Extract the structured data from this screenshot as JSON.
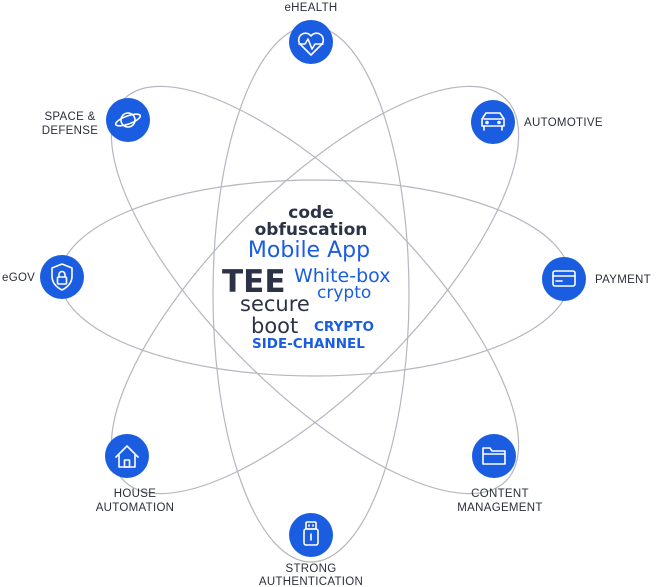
{
  "nodes": {
    "ehealth": "eHEALTH",
    "automotive": "AUTOMOTIVE",
    "payment": "PAYMENT",
    "content_line1": "CONTENT",
    "content_line2": "MANAGEMENT",
    "strong_line1": "STRONG",
    "strong_line2": "AUTHENTICATION",
    "house_line1": "HOUSE",
    "house_line2": "AUTOMATION",
    "egov": "eGOV",
    "space_line1": "SPACE &",
    "space_line2": "DEFENSE"
  },
  "word_cloud": {
    "code": "code",
    "obfuscation": "obfuscation",
    "mobile_app": "Mobile App",
    "tee": "TEE",
    "white_box": "White-box",
    "crypto": "crypto",
    "secure": "secure",
    "boot": "boot",
    "crypto_caps": "CRYPTO",
    "side_channel": "SIDE-CHANNEL"
  },
  "icons": {
    "ehealth": "heart-monitor-icon",
    "automotive": "car-icon",
    "payment": "credit-card-icon",
    "content": "folder-icon",
    "strong": "usb-key-icon",
    "house": "house-icon",
    "egov": "shield-lock-icon",
    "space": "planet-icon"
  },
  "colors": {
    "accent": "#1a5de0",
    "dark_text": "#2c3347",
    "orbit": "#b4b7bf"
  }
}
